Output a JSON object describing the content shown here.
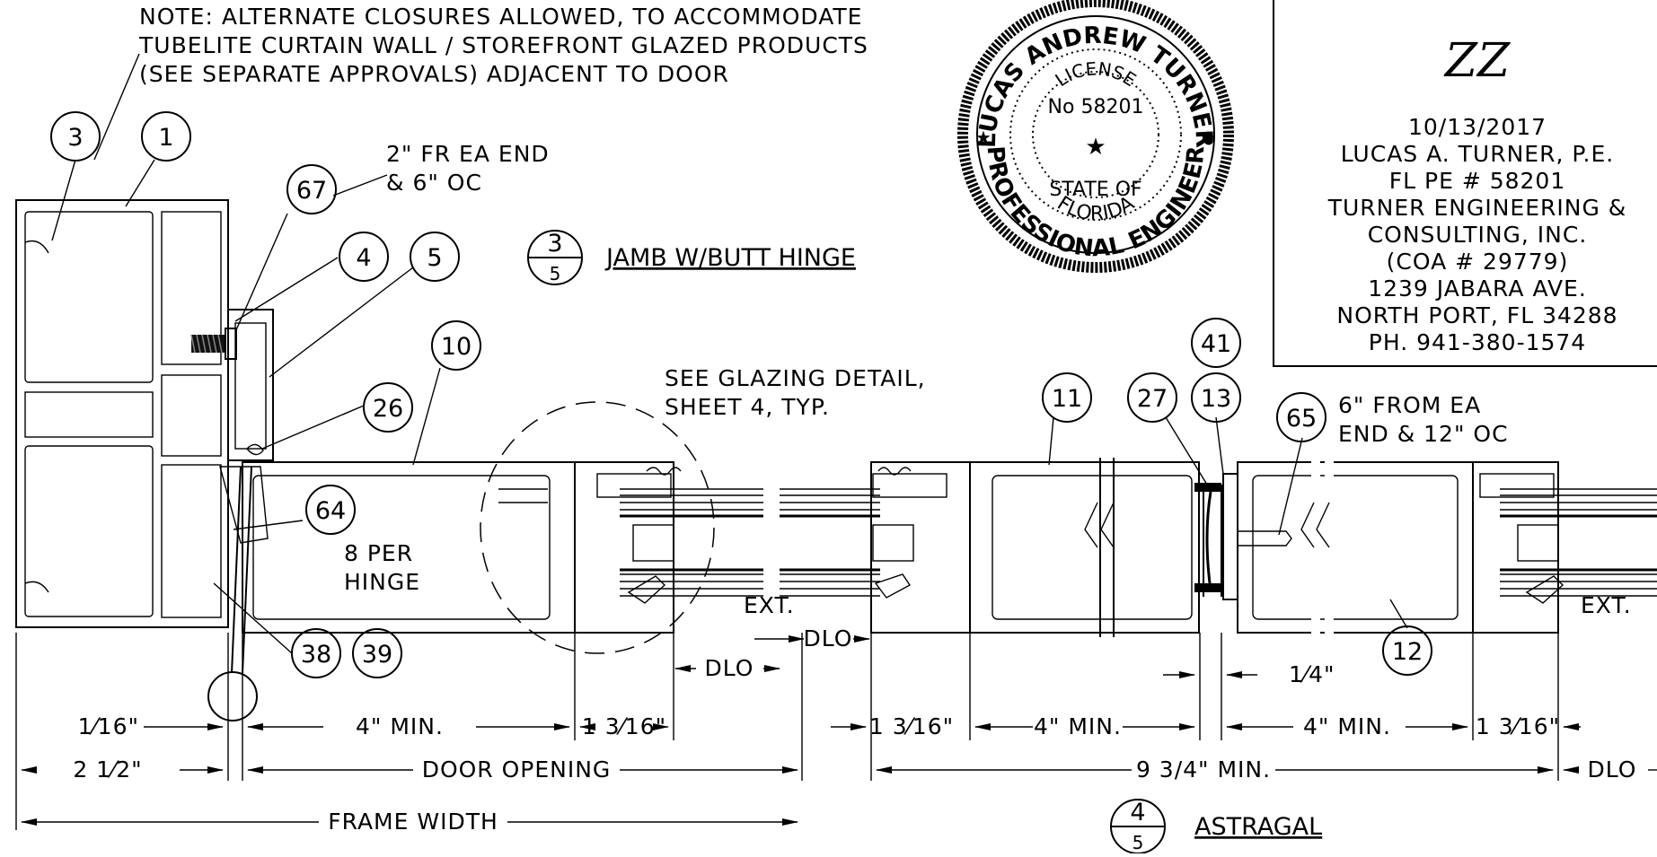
{
  "note": {
    "lines": [
      "NOTE:  ALTERNATE CLOSURES ALLOWED, TO ACCOMMODATE",
      "TUBELITE CURTAIN WALL / STOREFRONT GLAZED PRODUCTS",
      "(SEE SEPARATE APPROVALS) ADJACENT TO DOOR"
    ]
  },
  "callouts": {
    "c3": "3",
    "c1": "1",
    "c67": "67",
    "c4": "4",
    "c5": "5",
    "c10": "10",
    "c26": "26",
    "c64": "64",
    "c38": "38",
    "c39": "39",
    "c11": "11",
    "c27": "27",
    "c13": "13",
    "c41": "41",
    "c65": "65",
    "c12": "12"
  },
  "labels": {
    "fr_line1": "2\" FR EA END",
    "fr_line2": "& 6\" OC",
    "per_hinge_1": "8 PER",
    "per_hinge_2": "HINGE",
    "glazing_1": "SEE GLAZING DETAIL,",
    "glazing_2": "SHEET 4, TYP.",
    "ext_left": "EXT.",
    "ext_right": "EXT.",
    "from_end_1": "6\" FROM EA",
    "from_end_2": "END & 12\" OC"
  },
  "details": {
    "jamb": {
      "number": "3",
      "sheet": "5",
      "title": "JAMB W/BUTT HINGE"
    },
    "astragal": {
      "number": "4",
      "sheet": "5",
      "title": "ASTRAGAL"
    }
  },
  "dimensions": {
    "sixteenth": "1⁄16\"",
    "four_min_a": "4\" MIN.",
    "one_3_16_a": "1 3⁄16\"",
    "dlo_a": "DLO",
    "dlo_b": "DLO",
    "one_3_16_b": "1 3⁄16\"",
    "four_min_b": "4\" MIN.",
    "quarter": "1⁄4\"",
    "four_min_c": "4\" MIN.",
    "one_3_16_c": "1 3⁄16\"",
    "two_half": "2 1⁄2\"",
    "door_opening": "DOOR OPENING",
    "nine_three_quarter": "9 3/4\" MIN.",
    "dlo_c": "DLO",
    "frame_width": "FRAME WIDTH"
  },
  "seal": {
    "top_arc": "LUCAS ANDREW TURNER",
    "license": "LICENSE",
    "number": "No  58201",
    "state": "STATE OF",
    "florida": "FLORIDA",
    "bottom_arc": "PROFESSIONAL ENGINEER"
  },
  "stamp": {
    "signature": "ZZ",
    "lines": [
      "10/13/2017",
      "LUCAS A. TURNER, P.E.",
      "FL PE # 58201",
      "TURNER ENGINEERING &",
      "CONSULTING, INC.",
      "(COA # 29779)",
      "1239 JABARA AVE.",
      "NORTH PORT, FL 34288",
      "PH. 941-380-1574"
    ]
  }
}
